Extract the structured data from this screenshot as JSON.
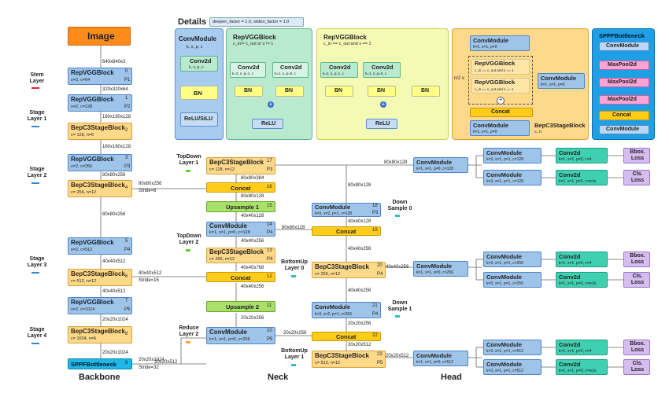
{
  "image_label": "Image",
  "backbone_label": "Backbone",
  "neck_label": "Neck",
  "head_label": "Head",
  "details_label": "Details",
  "details_note": "deepen_factor = 1.0, widen_factor = 1.0",
  "dims": {
    "d0": "640x640x3",
    "d1": "320x320x64",
    "d2": "160x160x128",
    "d3": "160x160x128",
    "d4": "80x80x256",
    "d4b": "80x80x256",
    "d5": "80x80x256",
    "d6": "40x40x512",
    "d6b": "40x40x512",
    "d7": "40x40x512",
    "d8": "20x20x1024",
    "d9": "20x20x1024",
    "d9b": "20x20x1024",
    "stride8": "Stride=8",
    "stride16": "Stride=16",
    "stride32": "Stride=32"
  },
  "stages": {
    "stem": "Stem Layer",
    "s1": "Stage Layer 1",
    "s2": "Stage Layer 2",
    "s3": "Stage Layer 3",
    "s4": "Stage Layer 4"
  },
  "backbone": [
    {
      "name": "RepVGGBlock",
      "sub": "s=2, c=64",
      "idx": "0",
      "p": "P1"
    },
    {
      "name": "RepVGGBlock",
      "sub": "s=2, c=128",
      "idx": "1",
      "p": "P2"
    },
    {
      "name": "BepC3StageBlock",
      "sub": "c= 128, n=6",
      "idx": "2",
      "p": ""
    },
    {
      "name": "RepVGGBlock",
      "sub": "s=2, c=256",
      "idx": "3",
      "p": "P3"
    },
    {
      "name": "BepC3StageBlock",
      "sub": "c= 256, n=12",
      "idx": "4",
      "p": ""
    },
    {
      "name": "RepVGGBlock",
      "sub": "s=2, c=512",
      "idx": "5",
      "p": "P4"
    },
    {
      "name": "BepC3StageBlock",
      "sub": "c= 512, n=12",
      "idx": "6",
      "p": ""
    },
    {
      "name": "RepVGGBlock",
      "sub": "s=2, c=1024",
      "idx": "7",
      "p": "P5"
    },
    {
      "name": "BepC3StageBlock",
      "sub": "c= 1024, n=6",
      "idx": "8",
      "p": ""
    },
    {
      "name": "SPPFBottleneck",
      "sub": "",
      "idx": "9",
      "p": ""
    }
  ],
  "neck": {
    "topdown1": "TopDown Layer 1",
    "topdown2": "TopDown Layer 2",
    "reduce2": "Reduce Layer 2",
    "bottomup0": "BottomUp Layer 0",
    "bottomup1": "BottomUp Layer 1",
    "downsample0": "Down Sample 0",
    "downsample1": "Down Sample 1",
    "b17": {
      "name": "BepC3StageBlock",
      "sub": "c= 128, n=12",
      "idx": "17",
      "p": "P3"
    },
    "b16": {
      "name": "Concat",
      "idx": "16"
    },
    "b15": {
      "name": "Upsample 1",
      "idx": "15"
    },
    "b14": {
      "name": "ConvModule",
      "sub": "k=1, s=1, p=0, c=128",
      "idx": "14",
      "p": "P4"
    },
    "b13": {
      "name": "BepC3StageBlock",
      "sub": "c= 256, n=12",
      "idx": "13",
      "p": "P4"
    },
    "b12": {
      "name": "Concat",
      "idx": "12"
    },
    "b11": {
      "name": "Upsample 2",
      "idx": "11"
    },
    "b10": {
      "name": "ConvModule",
      "sub": "k=1, s=1, p=0, c=256",
      "idx": "10",
      "p": "P5"
    },
    "b18": {
      "name": "ConvModule",
      "sub": "k=3, s=2, p=1, c=128",
      "idx": "18",
      "p": "P3"
    },
    "b19": {
      "name": "Concat",
      "idx": "19"
    },
    "b20": {
      "name": "BepC3StageBlock",
      "sub": "c= 256, n=12",
      "idx": "20",
      "p": "P4"
    },
    "b21": {
      "name": "ConvModule",
      "sub": "k=3, s=2, p=1, c=256",
      "idx": "21",
      "p": "P4"
    },
    "b22": {
      "name": "Concat",
      "idx": "22"
    },
    "b23": {
      "name": "BepC3StageBlock",
      "sub": "c= 512, n=12",
      "idx": "23",
      "p": "P5"
    },
    "nd1": "80x80x384",
    "nd2": "80x80x128",
    "nd3": "40x40x128",
    "nd4": "40x40x256",
    "nd5": "40x40x768",
    "nd6": "40x40x256",
    "nd7": "20x20x256",
    "nd8": "20x20x512",
    "nd9": "80x80x128",
    "nd10": "40x40x128",
    "nd11": "40x40x256",
    "nd12": "40x40x256",
    "nd13": "20x20x256",
    "nd14": "20x20x512",
    "nd15": "80x80x128",
    "nd16": "40x40x256",
    "nd17": "20x20x512",
    "nd18": "80x80x128",
    "nd19": "20x20x256"
  },
  "head": {
    "cm1": {
      "name": "ConvModule",
      "sub": "k=1, s=1, p=0, c=128"
    },
    "cm2": {
      "name": "ConvModule",
      "sub": "k=1, s=1, p=0, c=256"
    },
    "cm3": {
      "name": "ConvModule",
      "sub": "k=1, s=1, p=0, c=512"
    },
    "r1a": {
      "name": "ConvModule",
      "sub": "k=3, s=1, p=1, c=128"
    },
    "r1b": {
      "name": "ConvModule",
      "sub": "k=3, s=1, p=1, c=128"
    },
    "r2a": {
      "name": "ConvModule",
      "sub": "k=3, s=1, p=1, c=256"
    },
    "r2b": {
      "name": "ConvModule",
      "sub": "k=3, s=1, p=1, c=256"
    },
    "r3a": {
      "name": "ConvModule",
      "sub": "k=3, s=1, p=1, c=512"
    },
    "r3b": {
      "name": "ConvModule",
      "sub": "k=3, s=1, p=1, c=512"
    },
    "c2a": {
      "name": "Conv2d",
      "sub": "k=1, s=1, p=0, c=4"
    },
    "c2b": {
      "name": "Conv2d",
      "sub": "k=1, s=1, p=0, c=ncls"
    },
    "bbox": "Bbox. Loss",
    "cls": "Cls. Loss"
  },
  "details": {
    "convmodule": {
      "title": "ConvModule",
      "sub": "k, s, p, c",
      "conv": "Conv2d",
      "conv_sub": "k, s, p, c",
      "bn": "BN",
      "act": "ReLU/SiLU"
    },
    "repvgg1": {
      "title": "RepVGGBlock",
      "sub": "c_in!= c_out or s != 1",
      "conv_a": "Conv2d",
      "conv_a_sub": "k=3, s, p=1, c",
      "conv_b": "Conv2d",
      "conv_b_sub": "k=1, s, p=0, c",
      "bn": "BN",
      "relu": "ReLU"
    },
    "repvgg2": {
      "title": "RepVGGBlock",
      "sub": "c_in == c_out and s == 1",
      "conv_a": "Conv2d",
      "conv_a_sub": "k=3, s, p=1, c",
      "conv_b": "Conv2d",
      "conv_b_sub": "k=1, s, p=0, c",
      "bn": "BN",
      "relu": "ReLU"
    },
    "bepc3": {
      "title": "BepC3StageBlock",
      "sub": "c, n",
      "cm_top": "ConvModule",
      "cm_top_sub": "k=1, s=1, p=0",
      "rep1": "RepVGGBlock",
      "rep1_sub": "c_in == c_out and s == 1",
      "rep2": "RepVGGBlock",
      "rep2_sub": "c_in == c_out and s == 1",
      "n2": "n/2 x",
      "cm_right": "ConvModule",
      "cm_right_sub": "k=1, s=1, p=0",
      "concat": "Concat",
      "cm_bot": "ConvModule",
      "cm_bot_sub": "k=1, s=1, p=0"
    },
    "sppf": {
      "title": "SPPFBottleneck",
      "cm1": "ConvModule",
      "mp1": "MaxPool2d",
      "mp2": "MaxPool2d",
      "mp3": "MaxPool2d",
      "concat": "Concat",
      "cm2": "ConvModule"
    }
  }
}
